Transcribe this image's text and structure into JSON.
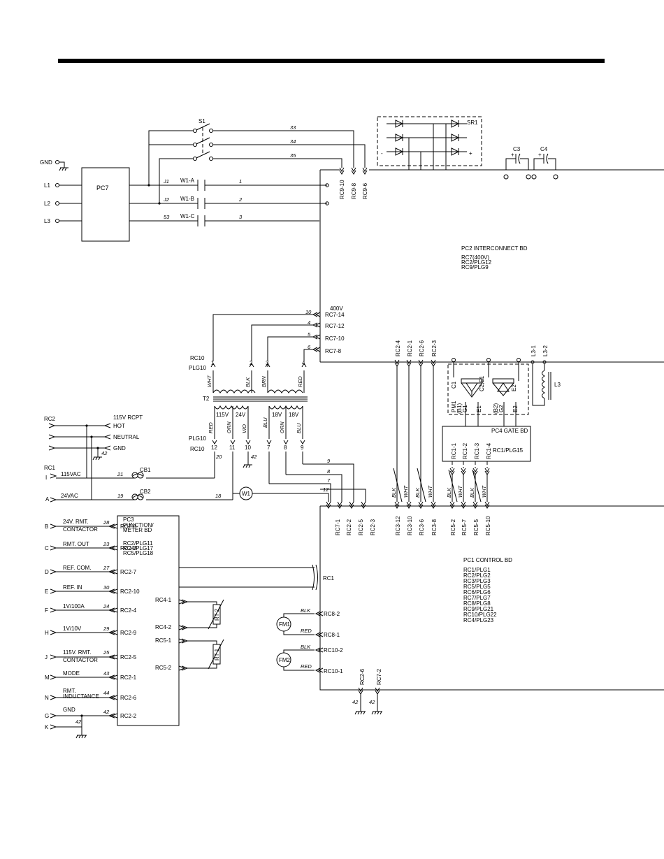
{
  "inputs": {
    "left_labels": [
      "GND",
      "L1",
      "L2",
      "L3"
    ],
    "pc7": "PC7",
    "switch": "S1",
    "wire_numbers": [
      "33",
      "34",
      "35"
    ],
    "contactor": {
      "labels": [
        "W1-A",
        "W1-B",
        "W1-C"
      ],
      "in_wires": [
        "J1",
        "J2",
        "53"
      ],
      "out_wires": [
        "1",
        "2",
        "3"
      ]
    },
    "rc9": [
      "RC9-10",
      "RC9-8",
      "RC9-6"
    ],
    "sr1": "SR1",
    "sr1_signs": [
      "+",
      "-"
    ],
    "caps": [
      "C3",
      "C4"
    ],
    "cap_sign": "+"
  },
  "pc2": {
    "title": "PC2 INTERCONNECT BD",
    "lines": [
      "RC7(400V)",
      "RC2/PLG12",
      "RC9/PLG9"
    ]
  },
  "t2": {
    "voltage": "400V",
    "rc7": [
      "RC7-14",
      "RC7-12",
      "RC7-10",
      "RC7-8"
    ],
    "rc7_wires": [
      "10",
      "4",
      "5",
      "6"
    ],
    "top_pins": [
      "1",
      "2",
      "3",
      "4"
    ],
    "top_colors": [
      "WHT",
      "BLK",
      "BRN",
      "RED"
    ],
    "rc10": "RC10",
    "plg10": "PLG10",
    "name": "T2",
    "sec_labels": [
      "115V",
      "24V",
      "18V",
      "18V"
    ],
    "bot_colors": [
      "RED",
      "ORN",
      "VIO",
      "BLU",
      "ORN",
      "BLU"
    ],
    "bot_pins": [
      "12",
      "11",
      "10",
      "7",
      "8",
      "9"
    ],
    "bot_wires": [
      "20",
      "42"
    ]
  },
  "rc2_group": [
    "RC2-4",
    "RC2-1",
    "RC2-6",
    "RC2-3"
  ],
  "rc3_group": [
    "RC3-12",
    "RC3-10",
    "RC3-6",
    "RC3-8"
  ],
  "rc3_colors": [
    "BLK",
    "WHT",
    "BLK",
    "WHT"
  ],
  "pc4": {
    "title": "PC4 GATE BD",
    "rc": "RC1/PLG15",
    "terms": [
      "C1",
      "C2,E1",
      "E2"
    ],
    "pm": "PM1",
    "gates": [
      "(B1)",
      "G1",
      "E1",
      "(B2)",
      "G2",
      "E2"
    ],
    "rc1": [
      "RC1-1",
      "RC1-2",
      "RC1-3",
      "RC1-4"
    ],
    "l3": [
      "L3-1",
      "L3-2"
    ],
    "l3_name": "L3"
  },
  "rc5_group": [
    "RC5-2",
    "RC5-7",
    "RC5-5",
    "RC5-10"
  ],
  "rc5_colors": [
    "BLK",
    "WHT",
    "BLK",
    "WHT"
  ],
  "rcpt": {
    "rc2": "RC2",
    "title": "115V RCPT",
    "items": [
      "HOT",
      "NEUTRAL",
      "GND"
    ],
    "wire": "42"
  },
  "power": {
    "rc1": "RC1",
    "i_letter": "I",
    "a_letter": "A",
    "v115": "115VAC",
    "v24": "24VAC",
    "w21": "21",
    "cb1": "CB1",
    "w19": "19",
    "cb2": "CB2",
    "w18": "18",
    "w1": "W1",
    "lower_wires": [
      "9",
      "8",
      "7",
      "12"
    ],
    "lower_rc": [
      "RC7-1",
      "RC2-2",
      "RC2-5",
      "RC2-3"
    ]
  },
  "pc3": {
    "title": "PC3",
    "subtitle": "FUNCTION/",
    "subtitle2": "METER BD",
    "lines": [
      "RC2/PLG11",
      "RC4/PLG17",
      "RC5/PLG18"
    ],
    "rows": [
      {
        "letter": "B",
        "label": "24V. RMT.",
        "label2": "CONTACTOR",
        "wire": "28",
        "rc": "RC2-8"
      },
      {
        "letter": "C",
        "label": "RMT. OUT",
        "label2": "",
        "wire": "23",
        "rc": "RC2-3"
      },
      {
        "letter": "D",
        "label": "REF. COM.",
        "label2": "",
        "wire": "27",
        "rc": "RC2-7"
      },
      {
        "letter": "E",
        "label": "REF. IN",
        "label2": "",
        "wire": "30",
        "rc": "RC2-10"
      },
      {
        "letter": "F",
        "label": "1V/100A",
        "label2": "",
        "wire": "24",
        "rc": "RC2-4"
      },
      {
        "letter": "H",
        "label": "1V/10V",
        "label2": "",
        "wire": "29",
        "rc": "RC2-9"
      },
      {
        "letter": "J",
        "label": "115V. RMT.",
        "label2": "CONTACTOR",
        "wire": "25",
        "rc": "RC2-5"
      },
      {
        "letter": "M",
        "label": "MODE",
        "label2": "",
        "wire": "43",
        "rc": "RC2-1"
      },
      {
        "letter": "N",
        "label": "RMT.",
        "label2": "INDUCTANCE",
        "wire": "44",
        "rc": "RC2-6"
      },
      {
        "letter": "G",
        "label": "GND",
        "label2": "",
        "wire": "42",
        "rc": "RC2-2"
      },
      {
        "letter": "K",
        "label": "",
        "label2": "",
        "wire": "",
        "rc": ""
      }
    ],
    "gnd_wire": "42"
  },
  "thermistors": {
    "rc4": [
      "RC4-1",
      "RC4-2"
    ],
    "rc5": [
      "RC5-1",
      "RC5-2"
    ],
    "rt": [
      "RT 2",
      "RT 1"
    ]
  },
  "fans": {
    "rc1_label": "RC1",
    "names": [
      "FM1",
      "FM2"
    ],
    "colors": [
      "BLK",
      "RED",
      "BLK",
      "RED"
    ],
    "rc": [
      "RC8-2",
      "RC8-1",
      "RC10-2",
      "RC10-1"
    ]
  },
  "pc1": {
    "title": "PC1 CONTROL BD",
    "lines": [
      "RC1/PLG1",
      "RC2/PLG2",
      "RC3/PLG3",
      "RC5/PLG5",
      "RC6/PLG6",
      "RC7/PLG7",
      "RC8/PLG8",
      "RC9/PLG21",
      "RC10/PLG22",
      "RC4/PLG23"
    ]
  },
  "bottom_gnd": {
    "rc": [
      "RC2-6",
      "RC7-2"
    ],
    "wires": [
      "42",
      "42"
    ]
  }
}
